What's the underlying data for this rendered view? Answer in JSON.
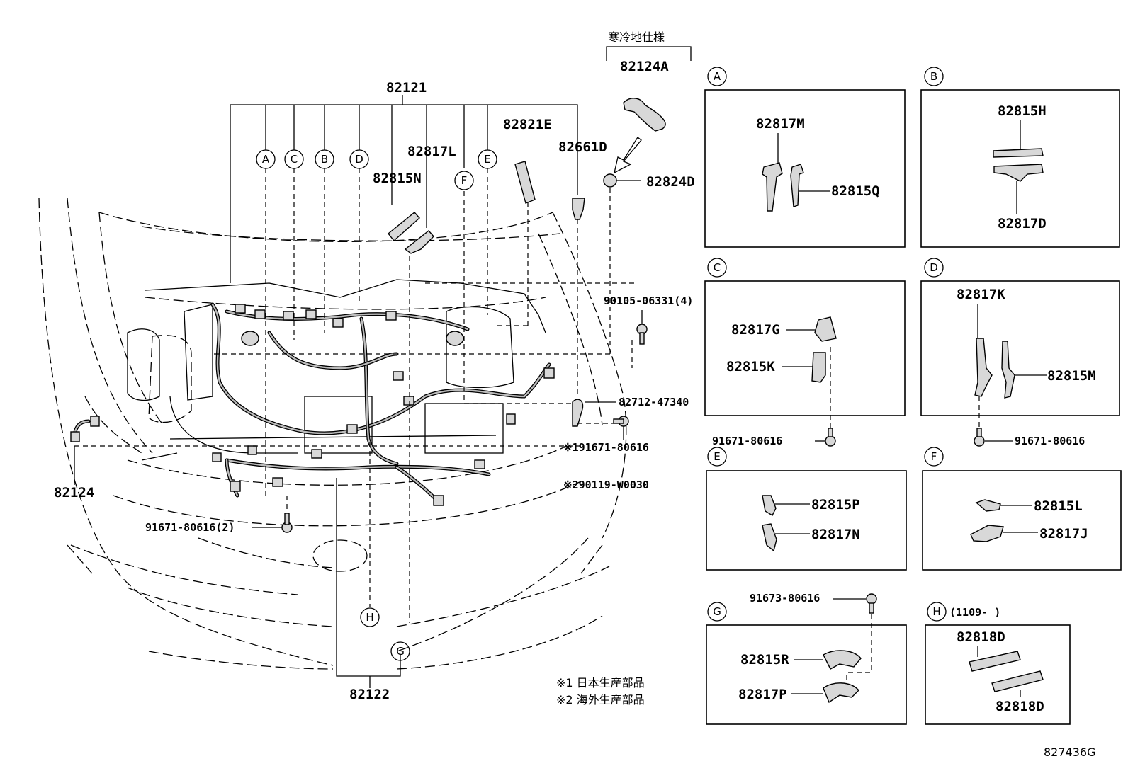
{
  "labels": {
    "l82121": "82121",
    "l82122": "82122",
    "l82124": "82124",
    "l82124A": "82124A",
    "cold_spec": "寒冷地仕様",
    "l82821E": "82821E",
    "l82661D": "82661D",
    "l82817L": "82817L",
    "l82815N": "82815N",
    "l82824D": "82824D",
    "l90105": "90105-06331(4)",
    "l82712": "82712-47340",
    "note1_part": "※191671-80616",
    "note2_part": "※290119-W0030",
    "l91671_2": "91671-80616(2)",
    "legend1": "※1 日本生産部品",
    "legend2": "※2 海外生産部品",
    "diagram_id": "827436G"
  },
  "callouts": [
    "A",
    "C",
    "B",
    "D",
    "F",
    "E",
    "H",
    "G"
  ],
  "panels": {
    "A": {
      "letter": "A",
      "p1": "82817M",
      "p2": "82815Q"
    },
    "B": {
      "letter": "B",
      "p1": "82815H",
      "p2": "82817D"
    },
    "C": {
      "letter": "C",
      "p1": "82817G",
      "p2": "82815K",
      "bolt": "91671-80616"
    },
    "D": {
      "letter": "D",
      "p1": "82817K",
      "p2": "82815M",
      "bolt": "91671-80616"
    },
    "E": {
      "letter": "E",
      "p1": "82815P",
      "p2": "82817N"
    },
    "F": {
      "letter": "F",
      "p1": "82815L",
      "p2": "82817J"
    },
    "G": {
      "letter": "G",
      "p1": "82815R",
      "p2": "82817P",
      "bolt": "91673-80616"
    },
    "H": {
      "letter": "H",
      "note": "(1109-      )",
      "p1": "82818D",
      "p2": "82818D"
    }
  }
}
